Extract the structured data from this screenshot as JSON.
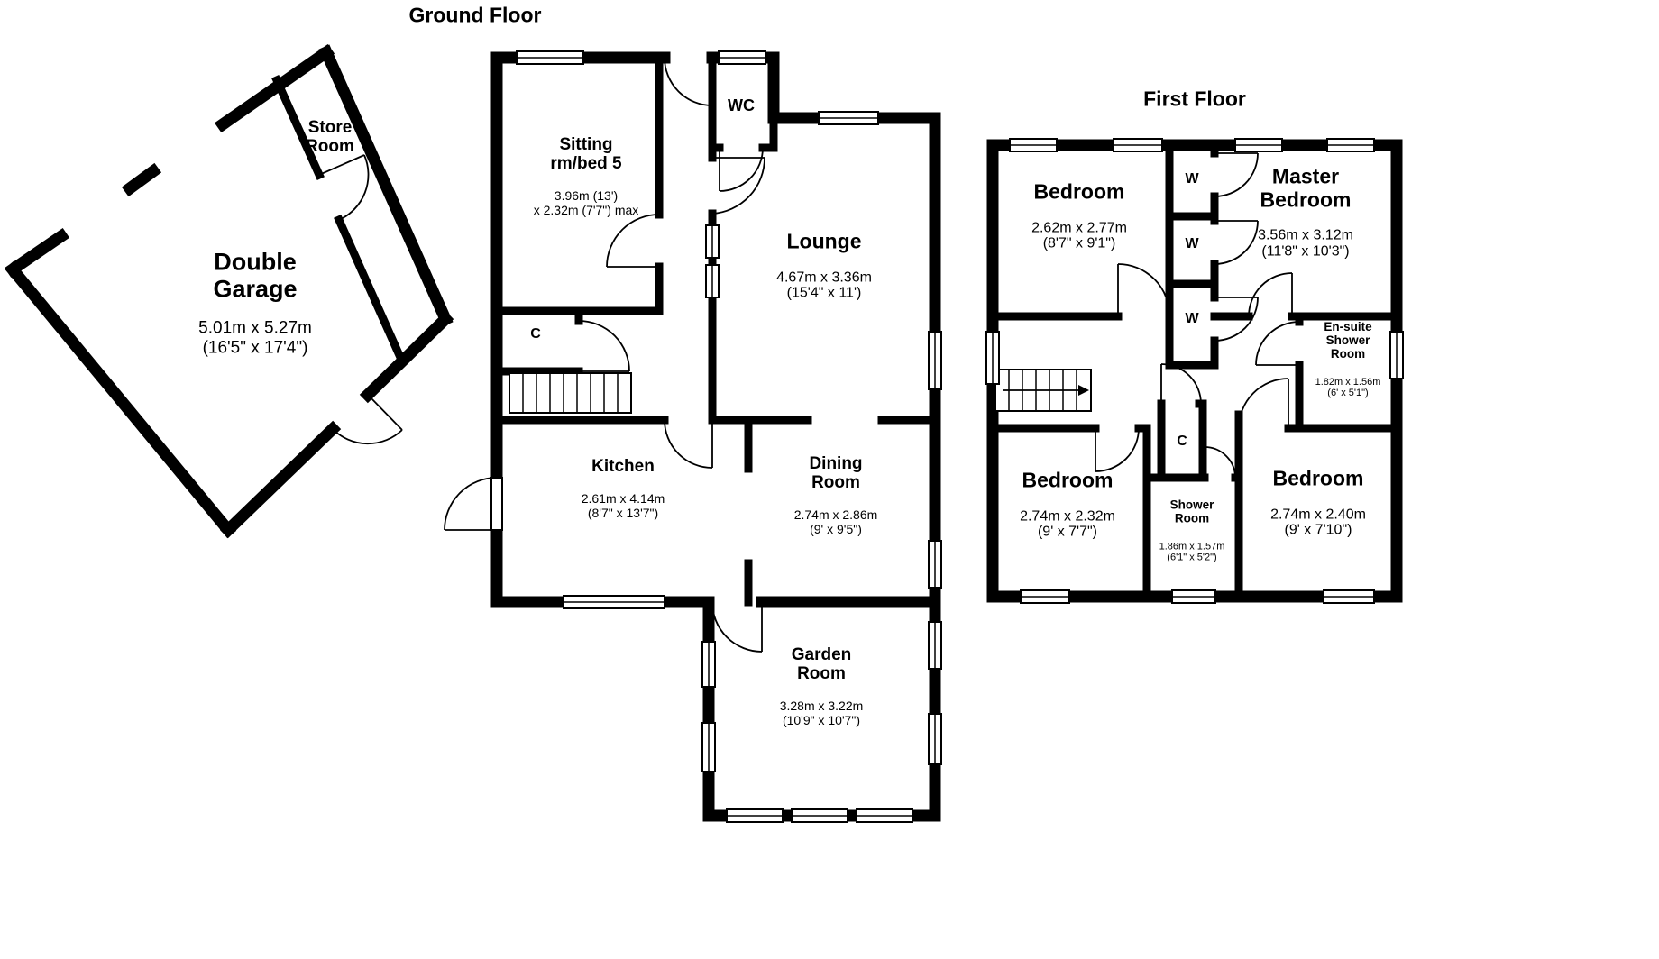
{
  "ground_floor": {
    "title": "Ground Floor",
    "rooms": {
      "store": {
        "name": "Store\nRoom"
      },
      "garage": {
        "name": "Double\nGarage",
        "dims": "5.01m x 5.27m\n(16'5\" x 17'4\")"
      },
      "sitting": {
        "name": "Sitting\nrm/bed 5",
        "dims": "3.96m (13')\nx 2.32m (7'7\") max"
      },
      "wc": {
        "name": "WC"
      },
      "lounge": {
        "name": "Lounge",
        "dims": "4.67m x 3.36m\n(15'4\" x 11')"
      },
      "cupboard": {
        "name": "C"
      },
      "kitchen": {
        "name": "Kitchen",
        "dims": "2.61m x 4.14m\n(8'7\" x 13'7\")"
      },
      "dining": {
        "name": "Dining\nRoom",
        "dims": "2.74m x 2.86m\n(9' x 9'5\")"
      },
      "garden": {
        "name": "Garden\nRoom",
        "dims": "3.28m x 3.22m\n(10'9\" x 10'7\")"
      }
    }
  },
  "first_floor": {
    "title": "First Floor",
    "wardrobes": [
      "W",
      "W",
      "W"
    ],
    "rooms": {
      "bedroom1": {
        "name": "Bedroom",
        "dims": "2.62m x 2.77m\n(8'7\" x 9'1\")"
      },
      "master": {
        "name": "Master\nBedroom",
        "dims": "3.56m x 3.12m\n(11'8\" x 10'3\")"
      },
      "ensuite": {
        "name": "En-suite\nShower\nRoom",
        "dims": "1.82m x 1.56m\n(6' x 5'1\")"
      },
      "bedroom2": {
        "name": "Bedroom",
        "dims": "2.74m x 2.32m\n(9' x 7'7\")"
      },
      "cupboard": {
        "name": "C"
      },
      "shower": {
        "name": "Shower\nRoom",
        "dims": "1.86m x 1.57m\n(6'1\" x 5'2\")"
      },
      "bedroom3": {
        "name": "Bedroom",
        "dims": "2.74m x 2.40m\n(9' x 7'10\")"
      }
    }
  },
  "colors": {
    "wall": "#000000",
    "background": "#ffffff",
    "text": "#000000"
  }
}
